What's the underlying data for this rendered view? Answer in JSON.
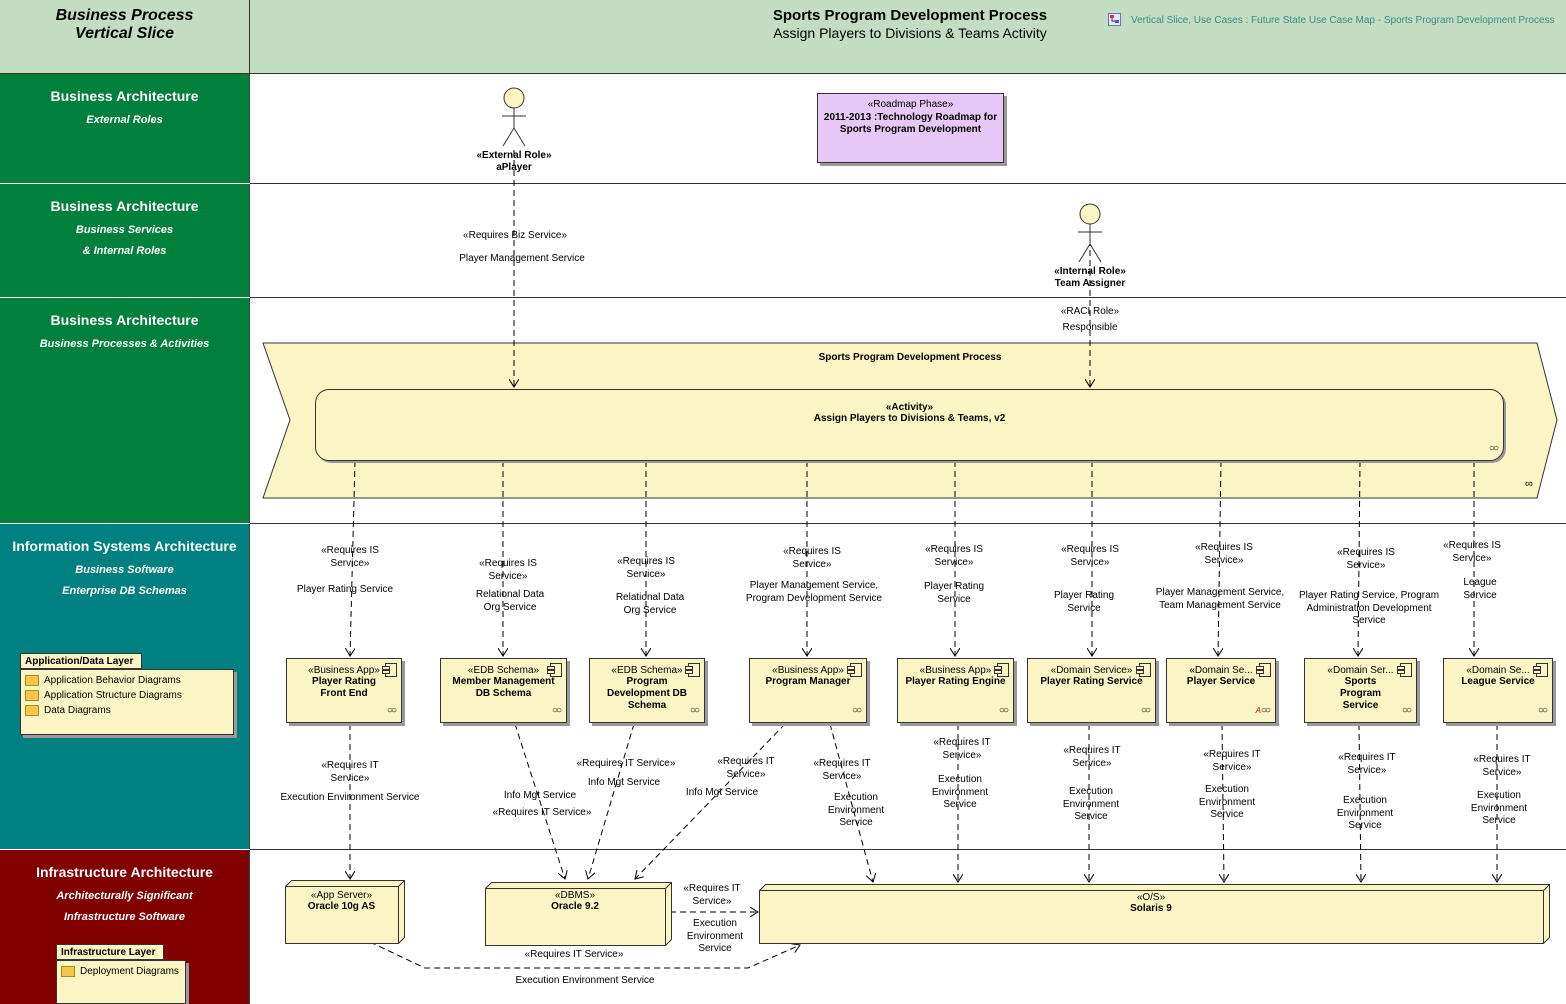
{
  "header": {
    "left_title": "Business Process\nVertical Slice",
    "title": "Sports Program Development Process",
    "subtitle": "Assign Players to Divisions & Teams Activity",
    "link_text": "Vertical Slice, Use Cases : Future State Use Case Map - Sports Program Development Process",
    "link_icon": "diagram-link-icon"
  },
  "lanes": {
    "external_roles": {
      "title": "Business Architecture",
      "sub1": "External Roles",
      "color": "#00803a"
    },
    "services_roles": {
      "title": "Business Architecture",
      "sub1": "Business Services",
      "sub2": "& Internal Roles",
      "color": "#00803a"
    },
    "processes": {
      "title": "Business Architecture",
      "sub1": "Business Processes & Activities",
      "color": "#00803a"
    },
    "isa": {
      "title": "Information Systems Architecture",
      "sub1": "Business Software",
      "sub2": "Enterprise DB Schemas",
      "color": "#008080"
    },
    "infra": {
      "title": "Infrastructure Architecture",
      "sub1": "Architecturally Significant",
      "sub2": "Infrastructure Software",
      "color": "#800000"
    }
  },
  "colors": {
    "header_bg": "#c2ddc2",
    "element_fill": "#fbf4c4",
    "roadmap_fill": "#e5c8f5"
  },
  "actors": {
    "external": {
      "stereotype": "«External Role»",
      "name": "aPlayer"
    },
    "internal": {
      "stereotype": "«Internal Role»",
      "name": "Team Assigner"
    }
  },
  "roadmap": {
    "stereotype": "«Roadmap Phase»",
    "name": "2011-2013 :Technology Roadmap for Sports Program Development"
  },
  "biz_service": {
    "stereotype": "«Requires Biz Service»",
    "name": "Player Management Service"
  },
  "raci": {
    "stereotype": "«RACI Role»",
    "name": "Responsible"
  },
  "process": {
    "name": "Sports Program Development Process"
  },
  "activity": {
    "stereotype": "«Activity»",
    "name": "Assign Players to Divisions & Teams, v2"
  },
  "is_requirements": [
    {
      "stereotype": "«Requires IS Service»",
      "name": "Player Rating Service"
    },
    {
      "stereotype": "«Requires IS Service»",
      "name": "Relational Data Org Service"
    },
    {
      "stereotype": "«Requires IS Service»",
      "name": "Relational Data Org Service"
    },
    {
      "stereotype": "«Requires IS Service»",
      "name": "Player Management Service, Program Development Service"
    },
    {
      "stereotype": "«Requires IS Service»",
      "name": "Player Rating Service"
    },
    {
      "stereotype": "«Requires IS Service»",
      "name": "Player Rating Service"
    },
    {
      "stereotype": "«Requires IS Service»",
      "name": "Player Management Service, Team Management Service"
    },
    {
      "stereotype": "«Requires IS Service»",
      "name": "Player Rating Service, Program Administration Development Service"
    },
    {
      "stereotype": "«Requires IS Service»",
      "name": "League Service"
    }
  ],
  "components": [
    {
      "stereotype": "«Business App»",
      "name": "Player Rating Front End"
    },
    {
      "stereotype": "«EDB Schema»",
      "name": "Member Management DB Schema"
    },
    {
      "stereotype": "«EDB Schema»",
      "name": "Program Development DB Schema"
    },
    {
      "stereotype": "«Business App»",
      "name": "Program Manager"
    },
    {
      "stereotype": "«Business App»",
      "name": "Player Rating Engine"
    },
    {
      "stereotype": "«Domain Service»",
      "name": "Player Rating Service"
    },
    {
      "stereotype": "«Domain Se...",
      "name": "Player Service"
    },
    {
      "stereotype": "«Domain Ser...",
      "name": "Sports Program Service"
    },
    {
      "stereotype": "«Domain Se...",
      "name": "League Service"
    }
  ],
  "it_requirements": {
    "r0": {
      "stereotype": "«Requires IT Service»",
      "name": "Execution Environment Service"
    },
    "r1": {
      "name": "Info Mgt Service",
      "stereotype": "«Requires IT Service»"
    },
    "r2": {
      "stereotype": "«Requires IT Service»",
      "name": "Info Mgt Service"
    },
    "r3": {
      "stereotype": "«Requires IT Service»",
      "name": "Info Mgt Service"
    },
    "r4": {
      "stereotype": "«Requires IT Service»",
      "name": "Execution Environment Service"
    },
    "r5": {
      "stereotype": "«Requires IT Service»",
      "name": "Execution Environment Service"
    },
    "r6": {
      "stereotype": "«Requires IT Service»",
      "name": "Execution Environment Service"
    },
    "r7": {
      "stereotype": "«Requires IT Service»",
      "name": "Execution Environment Service"
    },
    "r8": {
      "stereotype": "«Requires IT Service»",
      "name": "Execution Environment Service"
    },
    "r9": {
      "stereotype": "«Requires IT Service»",
      "name": "Execution Environment Service"
    },
    "dbms_os": {
      "stereotype": "«Requires IT Service»",
      "name": "Execution Environment Service"
    },
    "app_os": {
      "stereotype": "«Requires IT Service»",
      "name": "Execution Environment Service"
    }
  },
  "nodes": {
    "app_server": {
      "stereotype": "«App Server»",
      "name": "Oracle 10g AS"
    },
    "dbms": {
      "stereotype": "«DBMS»",
      "name": "Oracle 9.2"
    },
    "os": {
      "stereotype": "«O/S»",
      "name": "Solaris 9"
    }
  },
  "packages": {
    "app_layer": {
      "title": "Application/Data Layer",
      "items": [
        "Application Behavior Diagrams",
        "Application Structure Diagrams",
        "Data Diagrams"
      ]
    },
    "infra_layer": {
      "title": "Infrastructure Layer",
      "items": [
        "Deployment Diagrams"
      ]
    }
  }
}
